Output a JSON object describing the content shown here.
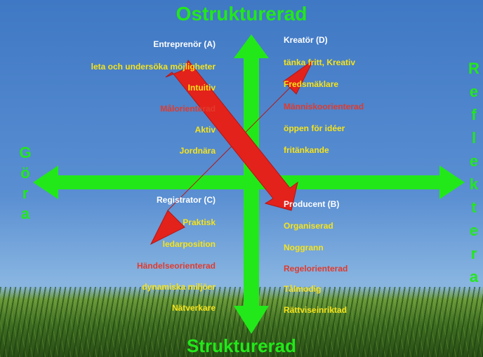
{
  "axes": {
    "top": "Ostrukturerad",
    "bottom": "Strukturerad",
    "left_letters": [
      "G",
      "ö",
      "r",
      "a"
    ],
    "right_letters": [
      "R",
      "e",
      "f",
      "l",
      "e",
      "k",
      "t",
      "e",
      "r",
      "a"
    ]
  },
  "quadrants": {
    "top_left": {
      "title": "Entreprenör  (A)",
      "items": [
        {
          "text": "leta och undersöka möjligheter",
          "color": "yellow"
        },
        {
          "text": "Intuitiv",
          "color": "yellow"
        },
        {
          "text": "Målorienterad",
          "color": "red"
        },
        {
          "text": "Aktiv",
          "color": "yellow"
        },
        {
          "text": "Jordnära",
          "color": "yellow"
        }
      ]
    },
    "top_right": {
      "title": "Kreatör (D)",
      "items": [
        {
          "text": "tänka fritt, Kreativ",
          "color": "yellow"
        },
        {
          "text": "Fredsmäklare",
          "color": "yellow"
        },
        {
          "text": "Människoorienterad",
          "color": "red"
        },
        {
          "text": " öppen för idéer",
          "color": "yellow"
        },
        {
          "text": "fritänkande",
          "color": "yellow"
        }
      ]
    },
    "bottom_left": {
      "title": "Registrator (C)",
      "items": [
        {
          "text": "Praktisk",
          "color": "yellow"
        },
        {
          "text": "ledarposition",
          "color": "yellow"
        },
        {
          "text": "Händelseorienterad",
          "color": "red"
        },
        {
          "text": "dynamiska miljöer",
          "color": "yellow"
        },
        {
          "text": "Nätverkare",
          "color": "yellow"
        }
      ]
    },
    "bottom_right": {
      "title": "Producent (B)",
      "items": [
        {
          "text": "Organiserad",
          "color": "yellow"
        },
        {
          "text": "Noggrann",
          "color": "yellow"
        },
        {
          "text": "Regelorienterad",
          "color": "red"
        },
        {
          "text": "Tålmodig",
          "color": "yellow"
        },
        {
          "text": "Rättviseinriktad",
          "color": "yellow"
        }
      ]
    }
  },
  "colors": {
    "axis_green": "#22e81a",
    "cross_red": "#e3221c",
    "text_yellow": "#f6e31a",
    "text_red": "#e23a2c"
  }
}
